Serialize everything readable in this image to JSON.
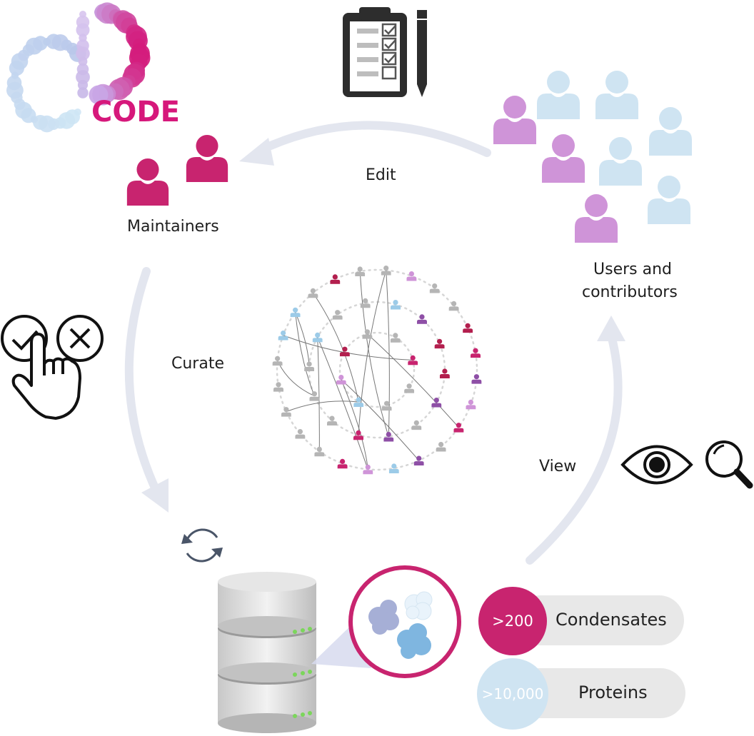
{
  "logo": {
    "text": "CODE"
  },
  "labels": {
    "maintainers": "Maintainers",
    "users_line1": "Users and",
    "users_line2": "contributors",
    "edit": "Edit",
    "curate": "Curate",
    "view": "View"
  },
  "stats": [
    {
      "value": ">200",
      "label": "Condensates"
    },
    {
      "value": ">10,000",
      "label": "Proteins"
    }
  ],
  "colors": {
    "magenta": "#c8246f",
    "violet": "#cf94d8",
    "light_blue": "#cfe4f2",
    "arrow": "#e3e6ef",
    "logo_text": "#d6187b"
  },
  "icons": [
    "clipboard-checklist-icon",
    "pencil-icon",
    "check-circle-icon",
    "x-circle-icon",
    "tapping-hand-icon",
    "sync-arrows-icon",
    "database-icon",
    "eye-icon",
    "magnifier-icon",
    "person-icon",
    "network-icon"
  ]
}
